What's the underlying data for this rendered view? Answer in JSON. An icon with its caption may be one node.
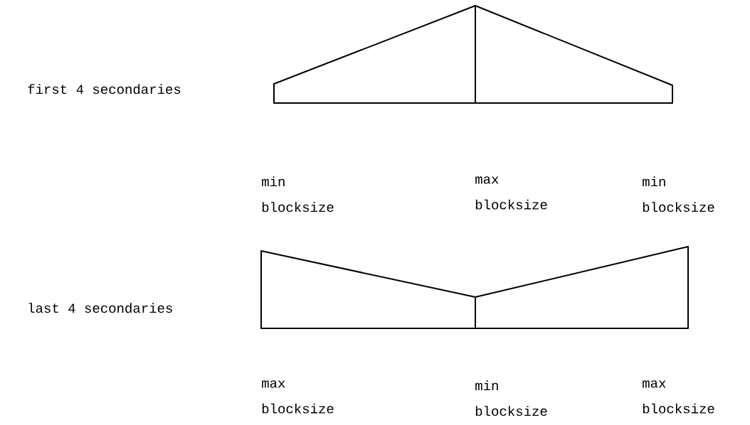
{
  "diagram": {
    "labels": [
      "first 4 secondaries",
      "min blocksize",
      "max blocksize",
      "min blocksize",
      "last 4 secondaries",
      "max blocksize",
      "min blocksize",
      "max blocksize"
    ]
  }
}
